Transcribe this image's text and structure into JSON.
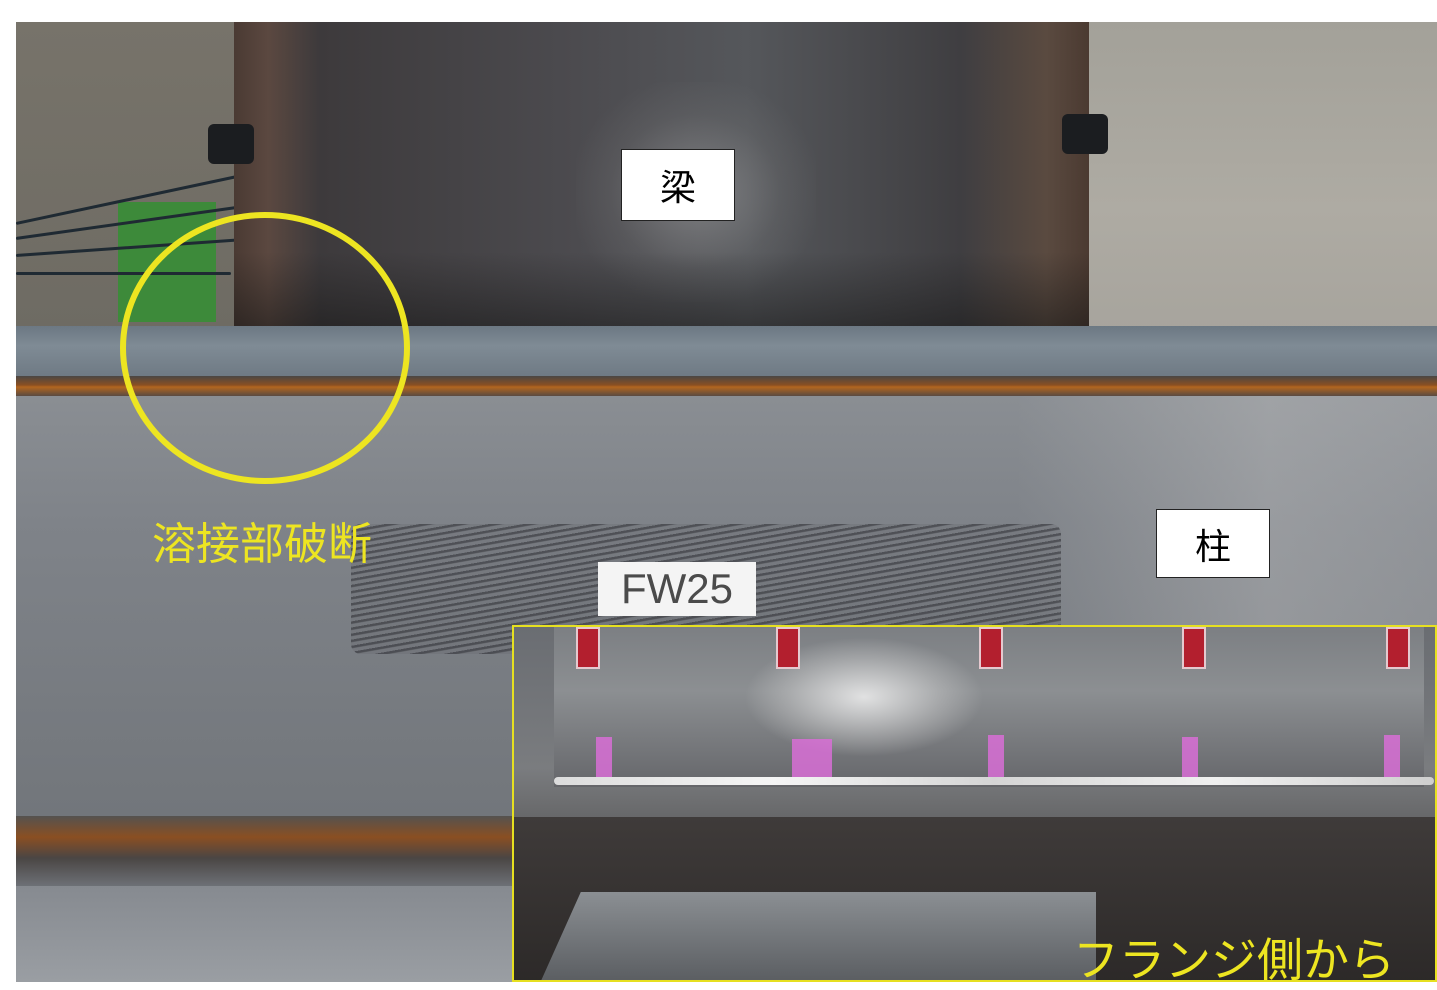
{
  "labels": {
    "beam": "梁",
    "column": "柱",
    "specimen": "FW25",
    "weld_fracture": "溶接部破断",
    "from_flange_side": "フランジ側から"
  },
  "colors": {
    "highlight_yellow": "#ede521",
    "label_bg": "#ffffff"
  }
}
